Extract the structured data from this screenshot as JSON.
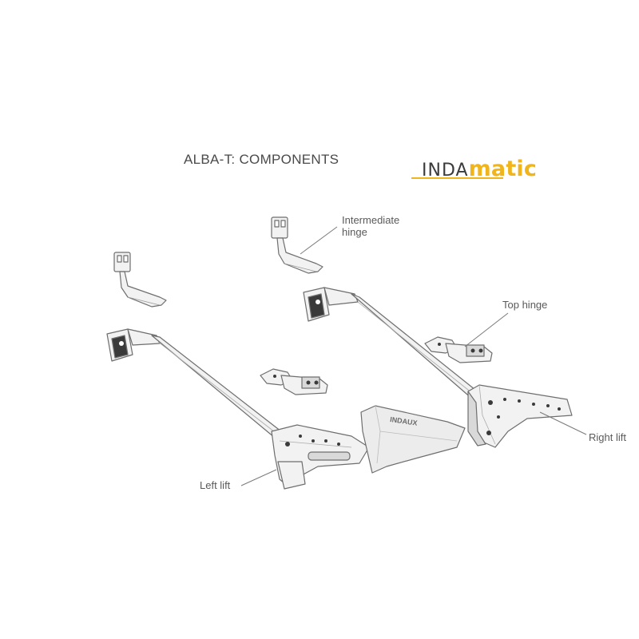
{
  "title": "ALBA-T: COMPONENTS",
  "logo": {
    "part1": "INDA",
    "part2": "matic",
    "accent_color": "#f0b41c",
    "text_color": "#3b3b3b"
  },
  "labels": {
    "intermediate_hinge": "Intermediate\nhinge",
    "top_hinge": "Top hinge",
    "right_lift": "Right lift",
    "left_lift": "Left lift"
  },
  "brand_stamp": "INDAUX",
  "colors": {
    "line": "#6e6e6e",
    "part_fill": "#f2f2f2",
    "part_shade": "#d9d9d9",
    "dark": "#3a3a3a"
  }
}
